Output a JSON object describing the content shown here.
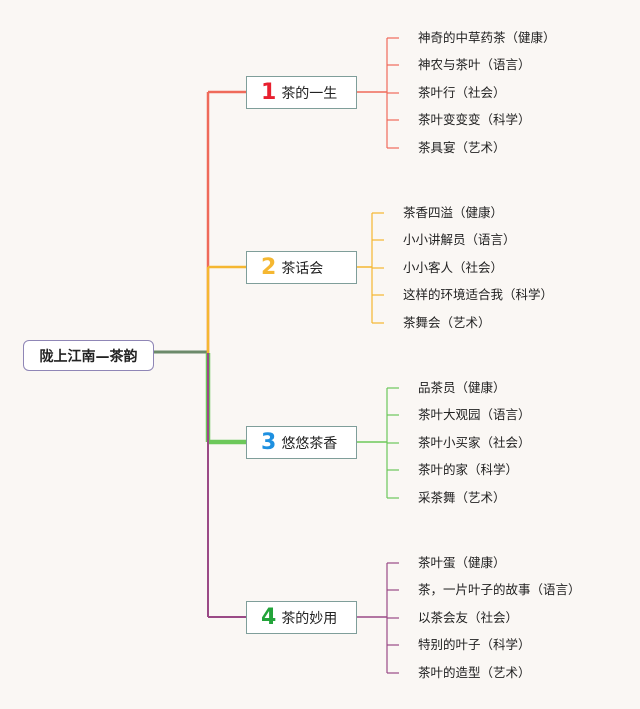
{
  "root": {
    "label": "陇上江南—茶韵"
  },
  "branches": [
    {
      "number": "1",
      "label": "茶的一生",
      "color": "#ef6a5a",
      "items": [
        "神奇的中草药茶（健康）",
        "神农与茶叶（语言）",
        "茶叶行（社会）",
        "茶叶变变变（科学）",
        "茶具宴（艺术）"
      ]
    },
    {
      "number": "2",
      "label": "茶话会",
      "color": "#f5b731",
      "items": [
        "茶香四溢（健康）",
        "小小讲解员（语言）",
        "小小客人（社会）",
        "这样的环境适合我（科学）",
        "茶舞会（艺术）"
      ]
    },
    {
      "number": "3",
      "label": "悠悠茶香",
      "color": "#6cc85a",
      "items": [
        "品茶员（健康）",
        "茶叶大观园（语言）",
        "茶叶小买家（社会）",
        "茶叶的家（科学）",
        "采茶舞（艺术）"
      ]
    },
    {
      "number": "4",
      "label": "茶的妙用",
      "color": "#9a4a86",
      "items": [
        "茶叶蛋（健康）",
        "茶，一片叶子的故事（语言）",
        "以茶会友（社会）",
        "特别的叶子（科学）",
        "茶叶的造型（艺术）"
      ]
    }
  ],
  "colors": {
    "branch_number_colors": [
      "#e8202f",
      "#f5b731",
      "#1e90e0",
      "#23a43a"
    ]
  }
}
